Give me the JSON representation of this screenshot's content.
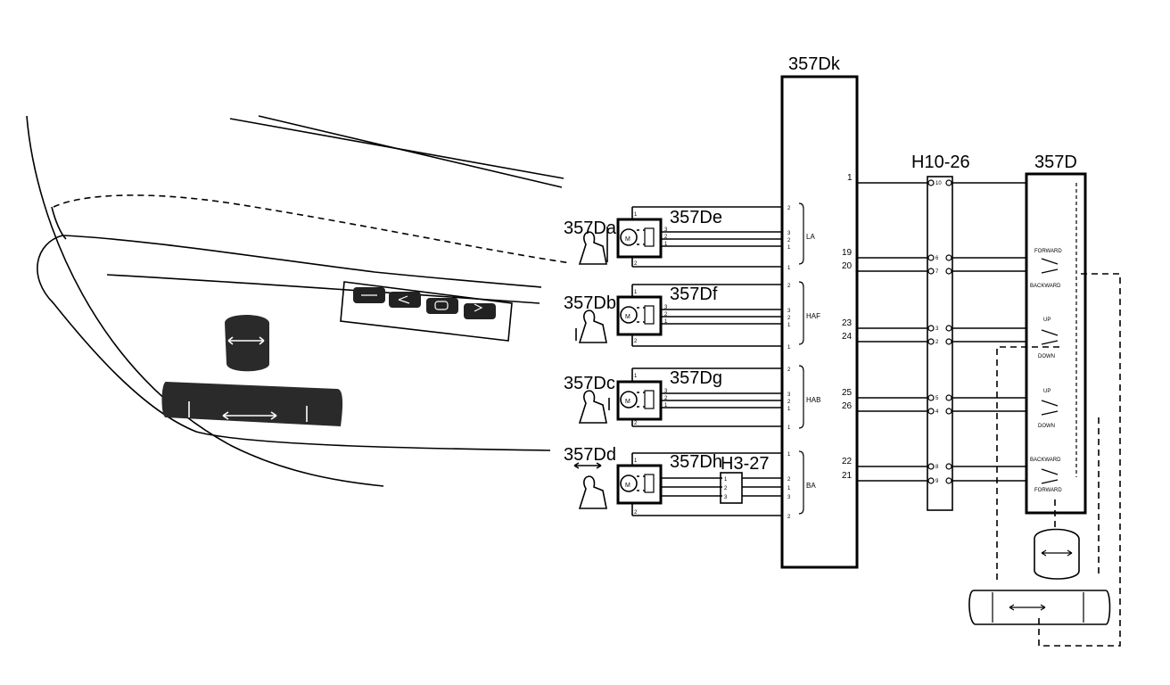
{
  "modules": {
    "control_unit": "357Dk",
    "connector_main": "H10-26",
    "switch_unit": "357D",
    "connector_small": "H3-27"
  },
  "motors": [
    {
      "label": "357Da",
      "pos_label": "357De",
      "group": "LA"
    },
    {
      "label": "357Db",
      "pos_label": "357Df",
      "group": "HAF"
    },
    {
      "label": "357Dc",
      "pos_label": "357Dg",
      "group": "HAB"
    },
    {
      "label": "357Dd",
      "pos_label": "357Dh",
      "group": "BA"
    }
  ],
  "control_pins": [
    {
      "left": "2"
    },
    {
      "left": "3"
    },
    {
      "left": "2"
    },
    {
      "left": "1"
    },
    {
      "left": "1"
    },
    {
      "left": "2"
    },
    {
      "left": "3"
    },
    {
      "left": "2"
    },
    {
      "left": "1"
    },
    {
      "left": "1"
    },
    {
      "left": "2"
    },
    {
      "left": "3"
    },
    {
      "left": "2"
    },
    {
      "left": "1"
    },
    {
      "left": "1"
    },
    {
      "left": "1"
    },
    {
      "left": "2"
    },
    {
      "left": "1"
    },
    {
      "left": "3"
    },
    {
      "left": "2"
    }
  ],
  "motor_pins": [
    "1",
    "3",
    "2",
    "1",
    "2"
  ],
  "right_pins": [
    "1",
    "19",
    "20",
    "23",
    "24",
    "25",
    "26",
    "22",
    "21"
  ],
  "h10_pins": [
    "10",
    "6",
    "7",
    "3",
    "2",
    "5",
    "4",
    "8",
    "9"
  ],
  "h3_pins": [
    "1",
    "2",
    "3"
  ],
  "switch_labels": {
    "forward": "FORWARD",
    "backward": "BACKWARD",
    "up": "UP",
    "down": "DOWN"
  }
}
